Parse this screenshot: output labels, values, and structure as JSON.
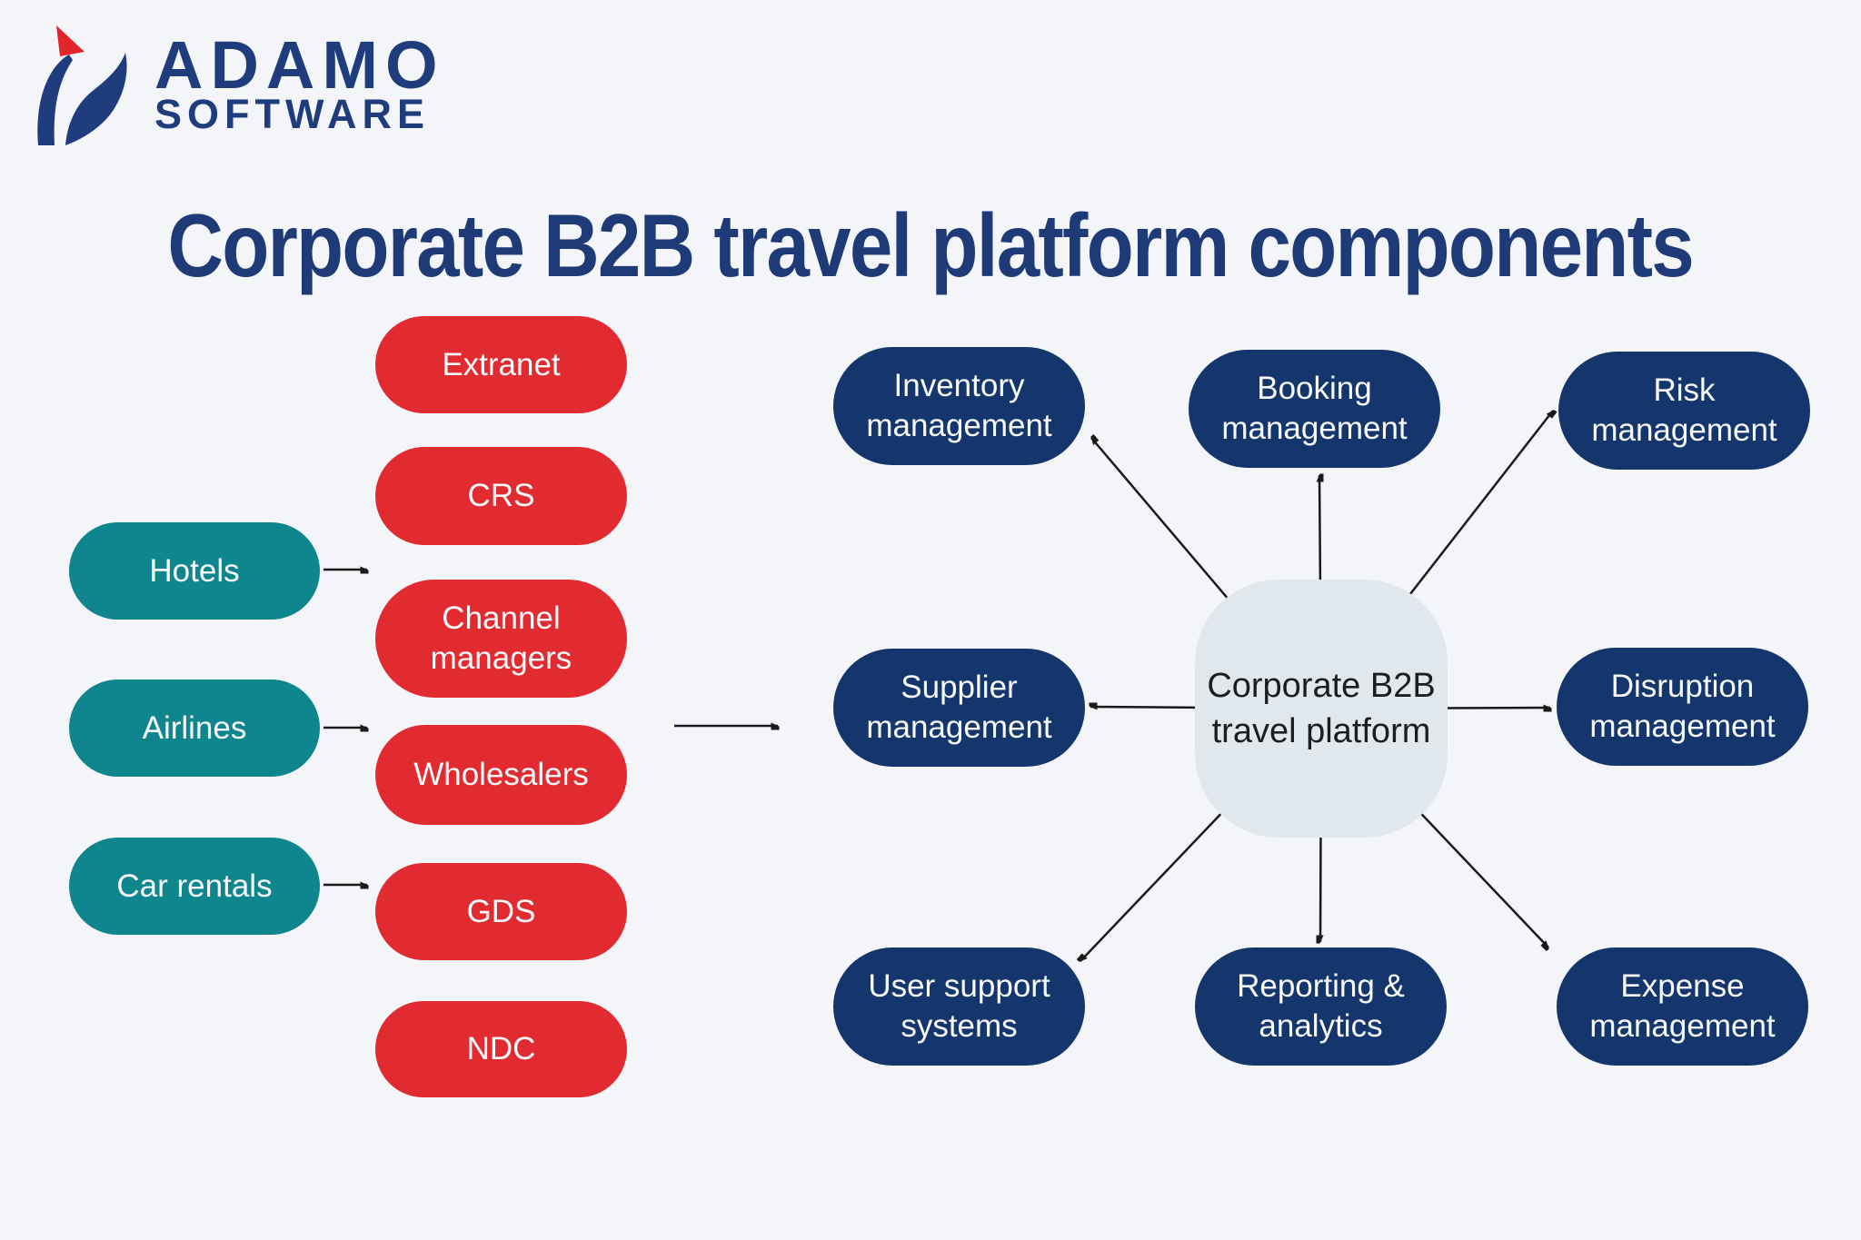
{
  "background": "#f4f5f9",
  "logo": {
    "icon": "sail-logo-icon",
    "line1": "ADAMO",
    "line2": "SOFTWARE",
    "navy": "#1f3d7d",
    "red": "#e2252b"
  },
  "title": {
    "text": "Corporate B2B travel platform components",
    "color": "#1e3b78"
  },
  "left_diagram": {
    "supplier_color": "#0f868d",
    "channel_color": "#e12b31",
    "suppliers": [
      {
        "label": "Hotels"
      },
      {
        "label": "Airlines"
      },
      {
        "label": "Car rentals"
      }
    ],
    "channels": [
      {
        "line1": "Extranet"
      },
      {
        "line1": "CRS"
      },
      {
        "line1": "Channel",
        "line2": "managers"
      },
      {
        "line1": "Wholesalers"
      },
      {
        "line1": "GDS"
      },
      {
        "line1": "NDC"
      }
    ]
  },
  "hub": {
    "line1": "Corporate B2B",
    "line2": "travel platform",
    "fill": "#e0e8ee",
    "text_color": "#1d1d1e"
  },
  "components": {
    "fill": "#14366d",
    "items": [
      {
        "line1": "Inventory",
        "line2": "management"
      },
      {
        "line1": "Booking",
        "line2": "management"
      },
      {
        "line1": "Risk",
        "line2": "management"
      },
      {
        "line1": "Supplier",
        "line2": "management"
      },
      {
        "line1": "Disruption",
        "line2": "management"
      },
      {
        "line1": "User support",
        "line2": "systems"
      },
      {
        "line1": "Reporting &",
        "line2": "analytics"
      },
      {
        "line1": "Expense",
        "line2": "management"
      }
    ]
  },
  "arrow_color": "#1a1a1a"
}
